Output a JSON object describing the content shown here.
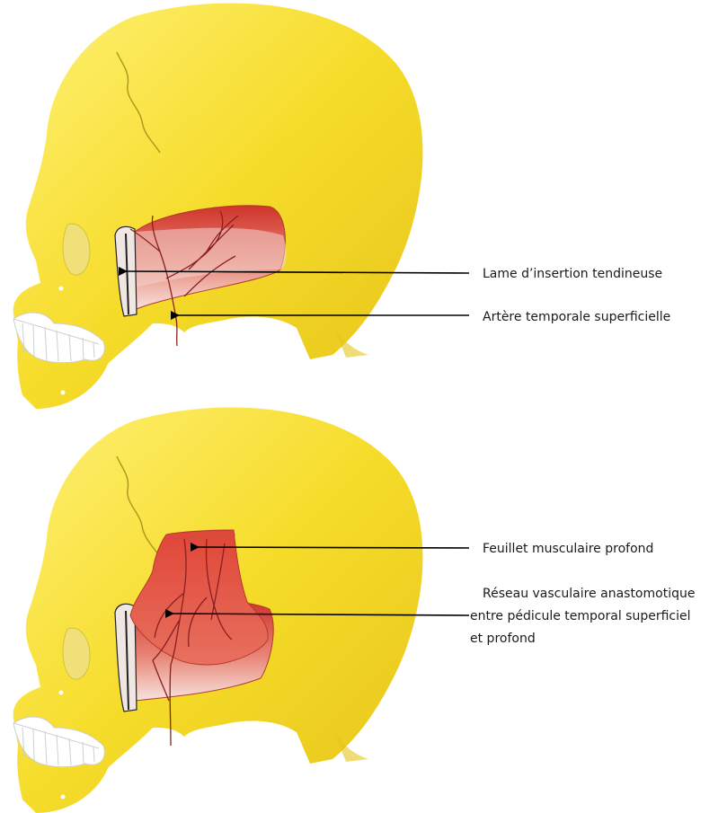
{
  "labels": {
    "lame": "Lame d’insertion tendineuse",
    "artere": "Artère temporale superficielle",
    "feuillet": "Feuillet musculaire profond",
    "reseau_l1": "Réseau vasculaire anastomotique",
    "reseau_l2": "entre pédicule  temporal superficiel",
    "reseau_l3": "et profond"
  },
  "colors": {
    "skull": "#f6dc2a",
    "skull_shade": "#e9c91e",
    "muscle": "#d84e3e",
    "muscle_light": "#f2c9c0",
    "vessel": "#8a1f1f",
    "arrow": "#000000",
    "tooth": "#ffffff"
  }
}
